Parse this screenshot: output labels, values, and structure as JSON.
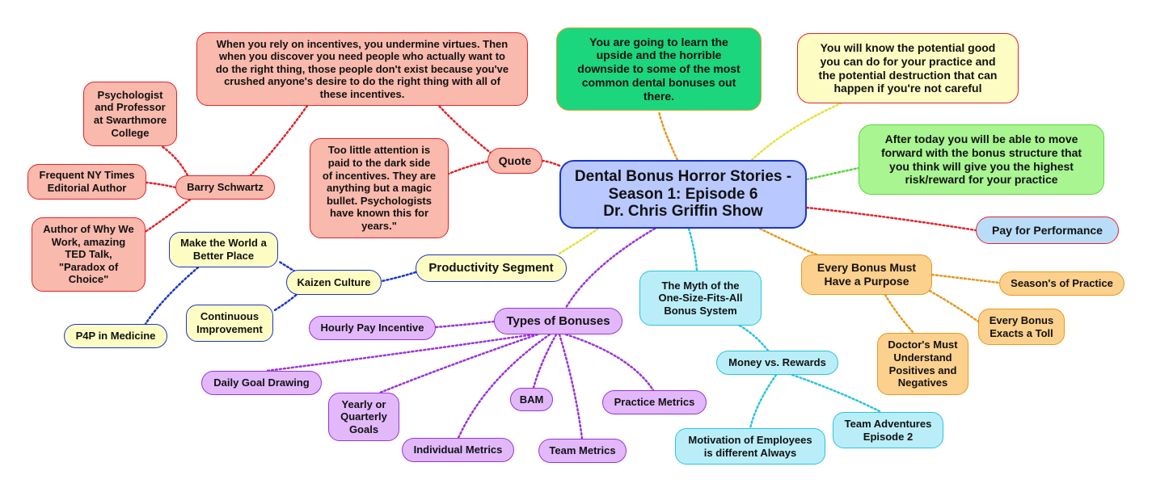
{
  "central": "Dental Bonus Horror Stories -\nSeason 1: Episode 6\nDr. Chris Griffin Show",
  "goals": {
    "learn": "You are going to learn the\nupside and the horrible\ndownside to some of the most\ncommon dental bonuses out\nthere.",
    "know": "You will know the potential good\nyou can do for your practice and\nthe potential destruction that can\nhappen if you're not careful",
    "after": "After today you will be able to move\nforward with the bonus structure that\nyou think will give you the highest\nrisk/reward for your practice"
  },
  "pay_for_performance": "Pay for Performance",
  "quote": {
    "label": "Quote",
    "incentives": "When you rely on incentives, you undermine virtues. Then\nwhen you discover you need people who actually want to\ndo the right thing, those people don't exist because you've\ncrushed anyone's desire to do the right thing with all of\nthese incentives.",
    "dark_side": "Too little attention is\npaid to the dark side\nof incentives. They are\nanything but a magic\nbullet. Psychologists\nhave known this for\nyears.\""
  },
  "barry": {
    "label": "Barry Schwartz",
    "psychologist": "Psychologist\nand Professor\nat Swarthmore\nCollege",
    "nyt": "Frequent NY Times\nEditorial Author",
    "author": "Author of Why We\nWork, amazing\nTED Talk,\n\"Paradox of\nChoice\""
  },
  "productivity": {
    "label": "Productivity Segment",
    "kaizen": "Kaizen Culture",
    "world": "Make the World a\nBetter Place",
    "continuous": "Continuous\nImprovement",
    "p4p": "P4P in Medicine"
  },
  "myth": {
    "label": "The Myth of the\nOne-Size-Fits-All\nBonus System",
    "money": "Money vs. Rewards",
    "motivation": "Motivation of Employees\nis different Always",
    "team_adventures": "Team Adventures\nEpisode 2"
  },
  "purpose": {
    "label": "Every Bonus Must\nHave a Purpose",
    "seasons": "Season's of Practice",
    "toll": "Every Bonus\nExacts a Toll",
    "doctor": "Doctor's Must\nUnderstand\nPositives and\nNegatives"
  },
  "types": {
    "label": "Types of Bonuses",
    "hourly": "Hourly Pay Incentive",
    "daily": "Daily Goal Drawing",
    "yearly": "Yearly or\nQuarterly\nGoals",
    "individual": "Individual Metrics",
    "bam": "BAM",
    "team": "Team Metrics",
    "practice": "Practice Metrics"
  },
  "colors": {
    "red": "#e0242b",
    "orange": "#e39a1f",
    "yellow": "#e6e23a",
    "green": "#5ad43a",
    "blue": "#1b35c8",
    "purple": "#9a33d6",
    "cyan": "#2bc3de"
  }
}
